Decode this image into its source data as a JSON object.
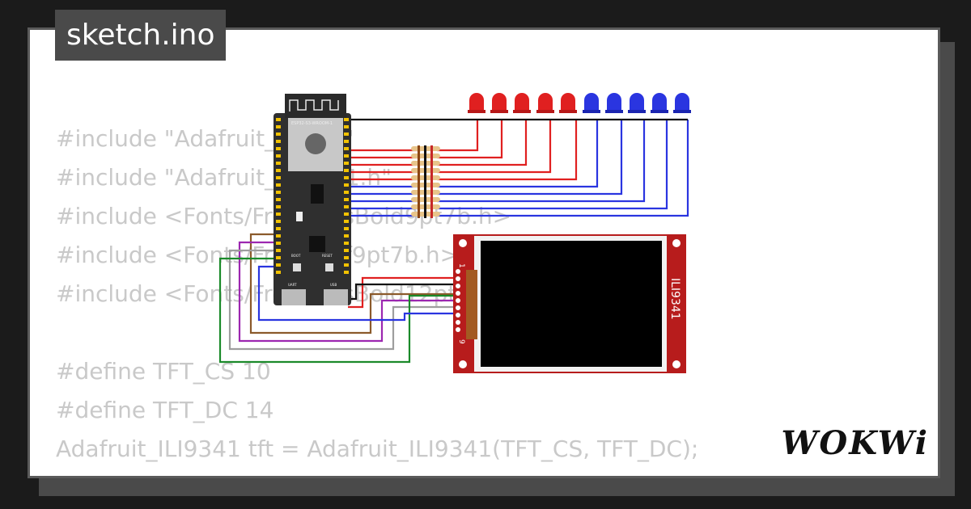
{
  "header": {
    "title": "sketch.ino"
  },
  "code": {
    "lines": [
      "#include \"Adafruit_GFX.h\"",
      "#include \"Adafruit_ILI9341.h\"",
      "#include <Fonts/FreeSansBold9pt7b.h>",
      "#include <Fonts/FreeSerif9pt7b.h>",
      "#include <Fonts/FreeSansBold12pt7b.h>",
      "",
      "#define TFT_CS 10",
      "#define TFT_DC 14",
      "Adafruit_ILI9341 tft = Adafruit_ILI9341(TFT_CS, TFT_DC);"
    ]
  },
  "board": {
    "label": "ESP32-S3-WROOM-1",
    "boot_label": "BOOT",
    "reset_label": "RESET",
    "uart_label": "UART",
    "usb_label": "USB"
  },
  "display": {
    "model": "ILI9341",
    "pin_start": "1",
    "pin_end": "9"
  },
  "leds": {
    "colors": [
      "#e02020",
      "#e02020",
      "#e02020",
      "#e02020",
      "#e02020",
      "#2a35e0",
      "#2a35e0",
      "#2a35e0",
      "#2a35e0",
      "#2a35e0"
    ]
  },
  "brand": {
    "logo": "WOKWi"
  },
  "colors": {
    "background": "#1b1b1b",
    "card": "#ffffff",
    "tab": "#4a4a4a",
    "pcb_red": "#b71c1c",
    "board": "#2f2f2f"
  }
}
